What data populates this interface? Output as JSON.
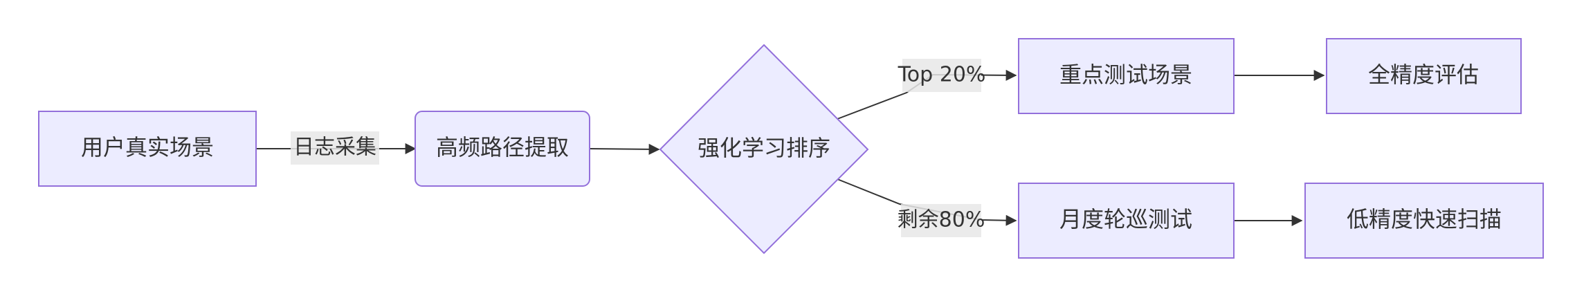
{
  "nodes": {
    "user_scene": "用户真实场景",
    "path_extract": "高频路径提取",
    "rl_sort": "强化学习排序",
    "key_test": "重点测试场景",
    "full_eval": "全精度评估",
    "monthly_test": "月度轮巡测试",
    "low_scan": "低精度快速扫描"
  },
  "edges": {
    "log_collect": "日志采集",
    "top20": "Top 20%",
    "rest80": "剩余80%"
  },
  "colors": {
    "node_fill": "#ECECFF",
    "node_stroke": "#9370DB",
    "edge": "#333333",
    "label_bg": "#E8E8E8"
  }
}
